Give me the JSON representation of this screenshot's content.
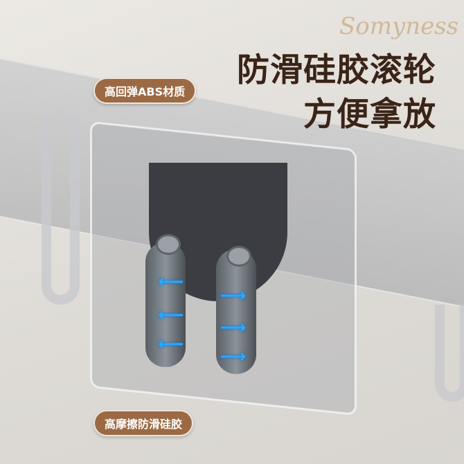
{
  "watermark": "Somyness",
  "headline": {
    "line1": "防滑硅胶滚轮",
    "line2": "方便拿放"
  },
  "labels": {
    "top": "高回弹ABS材质",
    "bottom": "高摩擦防滑硅胶"
  },
  "colors": {
    "label_bg": "#9b6a45",
    "headline": "#3a2417",
    "arrow": "#29a8ff"
  }
}
